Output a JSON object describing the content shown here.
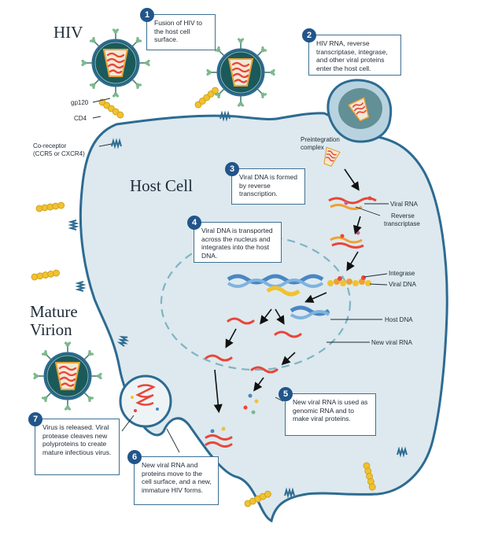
{
  "titles": {
    "hiv": "HIV",
    "host_cell": "Host Cell",
    "mature_line1": "Mature",
    "mature_line2": "Virion"
  },
  "labels": {
    "gp120": "gp120",
    "cd4": "CD4",
    "coreceptor_line1": "Co-receptor",
    "coreceptor_line2": "(CCR5 or CXCR4)",
    "preintegration_line1": "Preintegration",
    "preintegration_line2": "complex",
    "viral_rna": "Viral RNA",
    "reverse_transcriptase_line1": "Reverse",
    "reverse_transcriptase_line2": "transcriptase",
    "integrase": "Integrase",
    "viral_dna": "Viral DNA",
    "host_dna": "Host DNA",
    "new_viral_rna": "New viral RNA"
  },
  "steps": [
    {
      "number": "1",
      "text": "Fusion of HIV to the host cell surface."
    },
    {
      "number": "2",
      "text": "HIV RNA, reverse transcriptase, integrase, and other viral proteins enter the host cell."
    },
    {
      "number": "3",
      "text": "Viral DNA is formed by reverse transcription."
    },
    {
      "number": "4",
      "text": "Viral DNA is transported across the nucleus and integrates into the host DNA."
    },
    {
      "number": "5",
      "text": "New viral RNA is used as genomic RNA and to make viral proteins."
    },
    {
      "number": "6",
      "text": "New viral RNA and proteins move to the cell surface, and a new, immature HIV forms."
    },
    {
      "number": "7",
      "text": "Virus is released. Viral protease cleaves new polyproteins to create mature infectious virus."
    }
  ],
  "colors": {
    "cell_fill": "#dde9ee",
    "membrane": "#2d6b92",
    "virion_core": "#1b5a5a",
    "rna_red": "#e8463a",
    "receptor_yellow": "#f0c230",
    "dna_blue": "#4a86c4",
    "step_badge": "#21558b"
  }
}
